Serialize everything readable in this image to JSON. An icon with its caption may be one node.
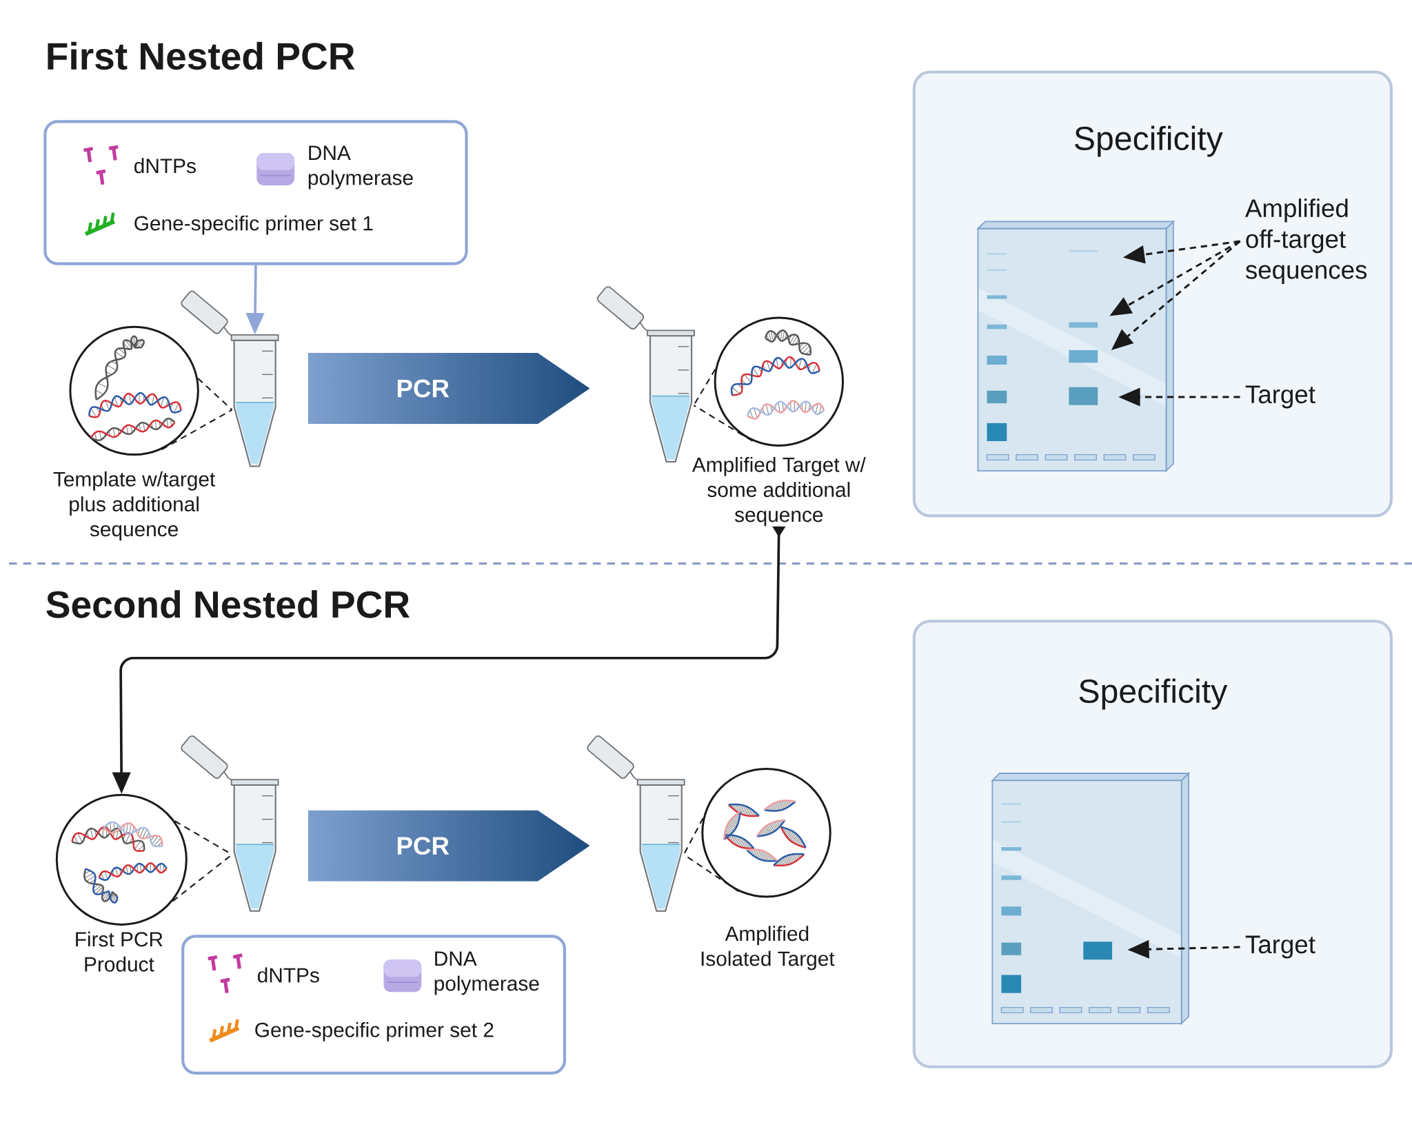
{
  "diagram": {
    "nodes": [
      {
        "text": [
          "dNTPs",
          "DNA polymerase",
          "Gene-specific primer set 1"
        ]
      },
      {
        "text": [],
        "shape": "picture"
      },
      {
        "text": [],
        "shape": "circle",
        "beside": [
          "Template w/target plus additional sequence"
        ]
      },
      {
        "text": [
          "PCR"
        ]
      },
      {
        "text": [],
        "shape": "picture"
      },
      {
        "text": [],
        "shape": "circle",
        "beside": [
          "Amplified Target w/ some additional sequence"
        ]
      },
      {
        "text": [
          "Specificity"
        ]
      },
      {
        "text": [],
        "shape": "picture",
        "in": 6
      },
      {
        "text": [
          "Amplified off-target sequences"
        ],
        "in": 6
      },
      {
        "text": [
          "Target"
        ],
        "in": 6
      },
      {
        "text": [],
        "shape": "circle",
        "beside": [
          "First PCR Product"
        ]
      },
      {
        "text": [],
        "shape": "picture"
      },
      {
        "text": [
          "PCR"
        ]
      },
      {
        "text": [],
        "shape": "picture"
      },
      {
        "text": [],
        "shape": "circle",
        "beside": [
          "Amplified Isolated Target"
        ]
      },
      {
        "text": [
          "dNTPs",
          "DNA polymerase",
          "Gene-specific primer set 2"
        ]
      },
      {
        "text": [
          "Specificity"
        ]
      },
      {
        "text": [],
        "shape": "picture",
        "in": 16
      },
      {
        "text": [
          "Target"
        ],
        "in": 16
      }
    ],
    "edges": [
      {
        "from": 0,
        "to": 1,
        "arrow": "to",
        "color": "#8fa6d6"
      },
      {
        "from": 2,
        "to": 1,
        "arrow": "none",
        "style": "dashed"
      },
      {
        "from": 2,
        "to": 1,
        "arrow": "none",
        "style": "dashed"
      },
      {
        "from": 5,
        "to": 4,
        "arrow": "none",
        "style": "dashed"
      },
      {
        "from": 5,
        "to": 4,
        "arrow": "none",
        "style": "dashed"
      },
      {
        "from": 8,
        "to": 7,
        "arrow": "to",
        "style": "dashed"
      },
      {
        "from": 8,
        "to": 7,
        "arrow": "to",
        "style": "dashed"
      },
      {
        "from": 8,
        "to": 7,
        "arrow": "to",
        "style": "dashed"
      },
      {
        "from": 9,
        "to": 7,
        "arrow": "to",
        "style": "dashed"
      },
      {
        "from": 5,
        "to": 10,
        "arrow": "to"
      },
      {
        "from": 10,
        "to": 11,
        "arrow": "none",
        "style": "dashed"
      },
      {
        "from": 10,
        "to": 11,
        "arrow": "none",
        "style": "dashed"
      },
      {
        "from": 14,
        "to": 13,
        "arrow": "none",
        "style": "dashed"
      },
      {
        "from": 14,
        "to": 13,
        "arrow": "none",
        "style": "dashed"
      },
      {
        "from": 18,
        "to": 17,
        "arrow": "to",
        "style": "dashed"
      }
    ],
    "labels": [
      "First Nested PCR",
      "Second Nested PCR"
    ]
  }
}
